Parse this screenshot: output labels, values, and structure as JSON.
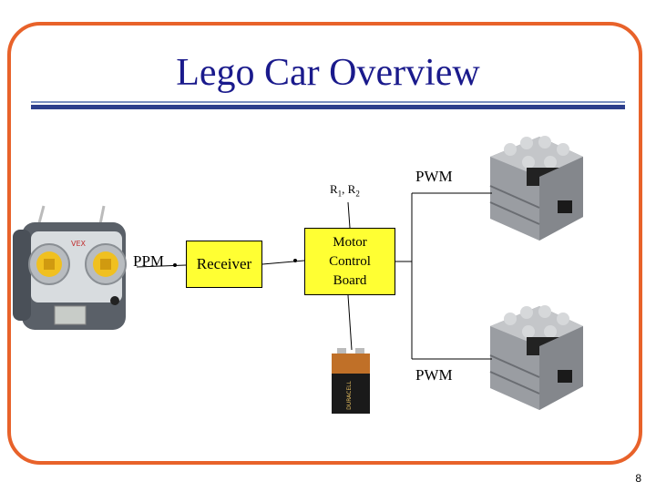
{
  "slide": {
    "title": "Lego Car Overview",
    "page_number": "8"
  },
  "diagram": {
    "ppm_label": "PPM",
    "receiver_label": "Receiver",
    "resistor_label_r": "R",
    "resistor_sub1": "1",
    "resistor_sep": ", R",
    "resistor_sub2": "2",
    "mcb_line1": "Motor",
    "mcb_line2": "Control",
    "mcb_line3": "Board",
    "pwm_top": "PWM",
    "pwm_bottom": "PWM"
  },
  "colors": {
    "frame": "#e8622a",
    "title": "#1a1a8c",
    "box_fill": "#ffff33"
  },
  "icons": [
    "remote-controller-icon",
    "lego-motor-icon",
    "battery-icon"
  ]
}
